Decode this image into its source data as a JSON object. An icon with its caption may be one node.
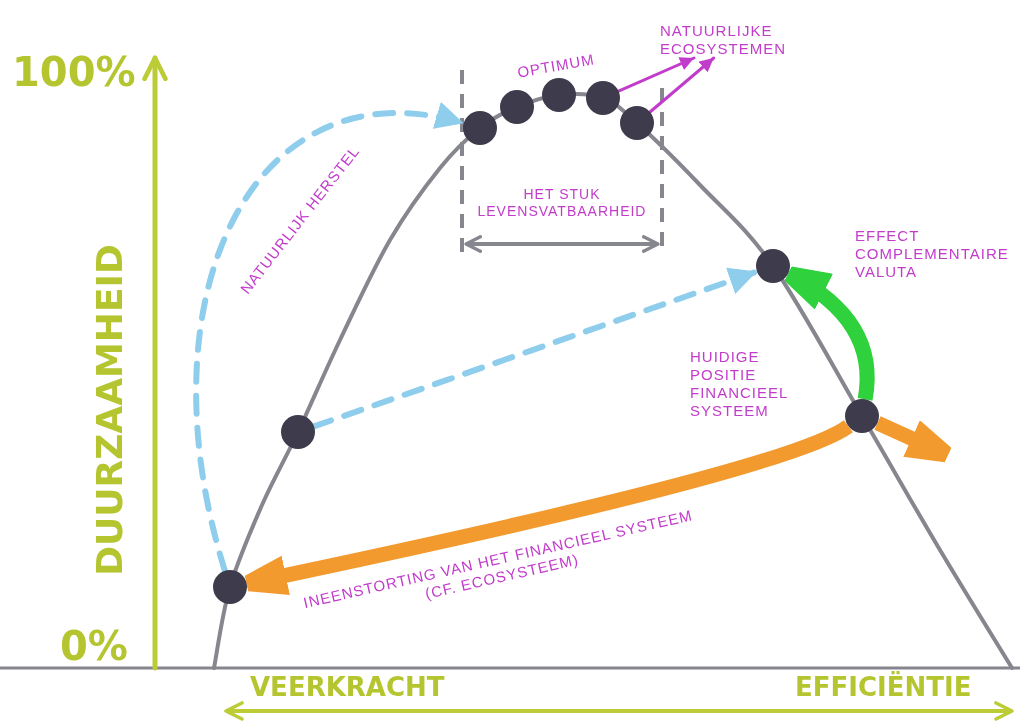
{
  "diagram": {
    "nodes": [
      {
        "text": [],
        "shape": "circle"
      },
      {
        "text": [],
        "shape": "circle"
      },
      {
        "text": [],
        "shape": "circle",
        "beside": [
          "OPTIMUM"
        ]
      },
      {
        "text": [],
        "shape": "circle"
      },
      {
        "text": [],
        "shape": "circle"
      },
      {
        "text": [
          "NATUURLIJKE ECOSYSTEMEN"
        ]
      },
      {
        "text": [],
        "shape": "circle"
      },
      {
        "text": [],
        "shape": "circle"
      },
      {
        "text": [],
        "shape": "circle",
        "beside": [
          "HUIDIGE POSITIE FINANCIEEL SYSTEEM"
        ]
      },
      {
        "text": [],
        "shape": "circle"
      }
    ],
    "edges": [
      {
        "from": 9,
        "to": 0,
        "arrow": "to",
        "style": "dashed",
        "color": "#8fcdec",
        "label": "NATUURLIJK HERSTEL"
      },
      {
        "from": 7,
        "to": 6,
        "arrow": "to",
        "style": "dashed",
        "color": "#8fcdec"
      },
      {
        "from": 3,
        "to": 5,
        "arrow": "to",
        "color": "#c23ccb"
      },
      {
        "from": 4,
        "to": 5,
        "arrow": "to",
        "color": "#c23ccb"
      },
      {
        "from": 8,
        "to": 6,
        "arrow": "to",
        "style": "thick",
        "color": "#2fd13c",
        "label": "EFFECT COMPLEMENTAIRE VALUTA"
      },
      {
        "from": 8,
        "to": null,
        "arrow": "to",
        "style": "thick",
        "color": "#f29a2e"
      },
      {
        "from": 8,
        "to": 9,
        "arrow": "to",
        "style": "thick",
        "color": "#f29a2e",
        "label": "INEENSTORTING VAN HET FINANCIEEL SYSTEEM (CF. ECOSYSTEEM)"
      }
    ],
    "labels": [
      "100%",
      "HET STUK LEVENSVATBAARHEID",
      "DUURZAAMHEID",
      "0%",
      "VEERKRACHT",
      "EFFICIËNTIE"
    ]
  }
}
